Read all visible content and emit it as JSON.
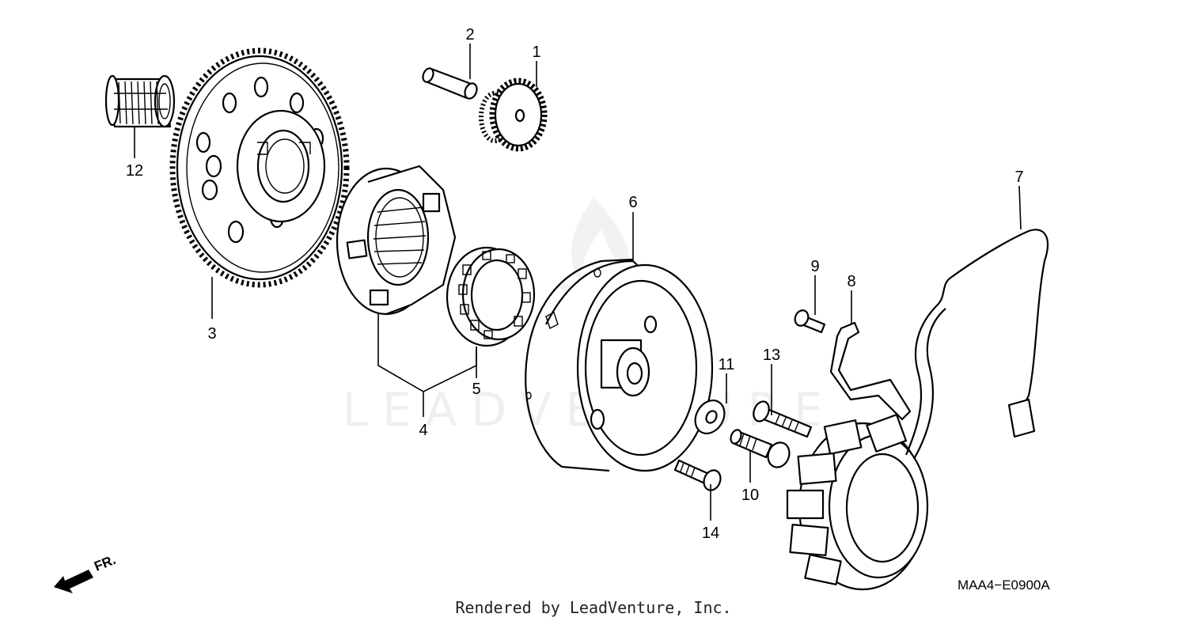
{
  "diagram": {
    "code": "MAA4−E0900A",
    "front_indicator": "FR.",
    "watermark": "LEADVENTURE",
    "footer": "Rendered by LeadVenture, Inc.",
    "part_labels": {
      "p1": "1",
      "p2": "2",
      "p3": "3",
      "p4": "4",
      "p5": "5",
      "p6": "6",
      "p7": "7",
      "p8": "8",
      "p9": "9",
      "p10": "10",
      "p11": "11",
      "p12": "12",
      "p13": "13",
      "p14": "14"
    }
  }
}
